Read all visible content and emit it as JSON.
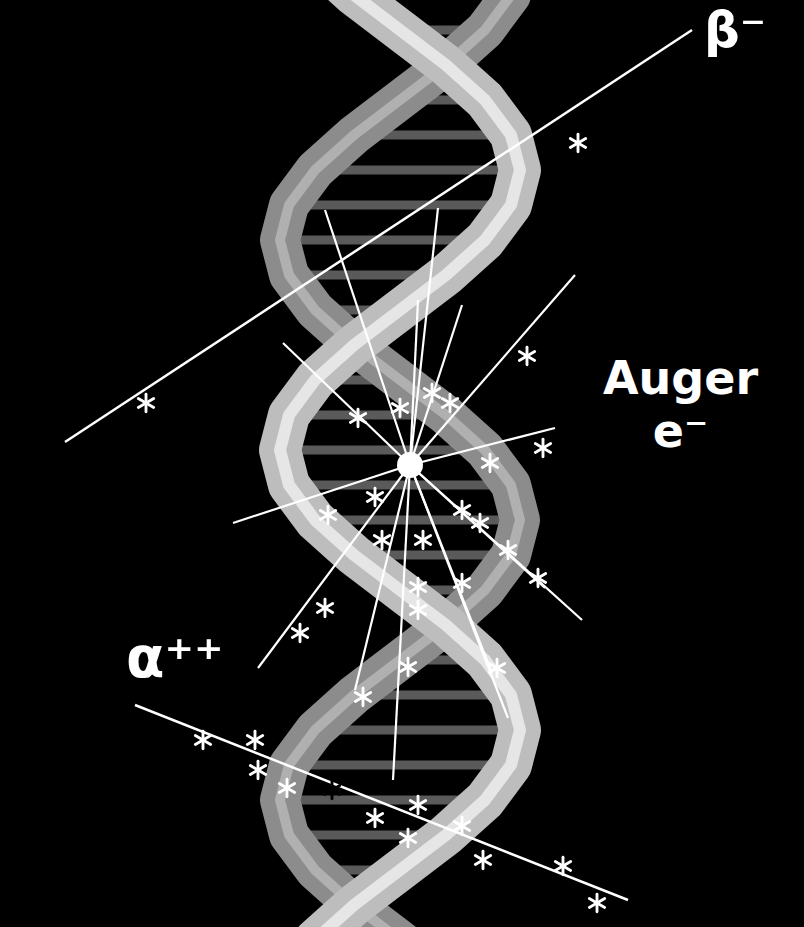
{
  "diagram": {
    "labels": [
      "β⁻",
      "Auger e⁻",
      "α⁺⁺"
    ]
  }
}
